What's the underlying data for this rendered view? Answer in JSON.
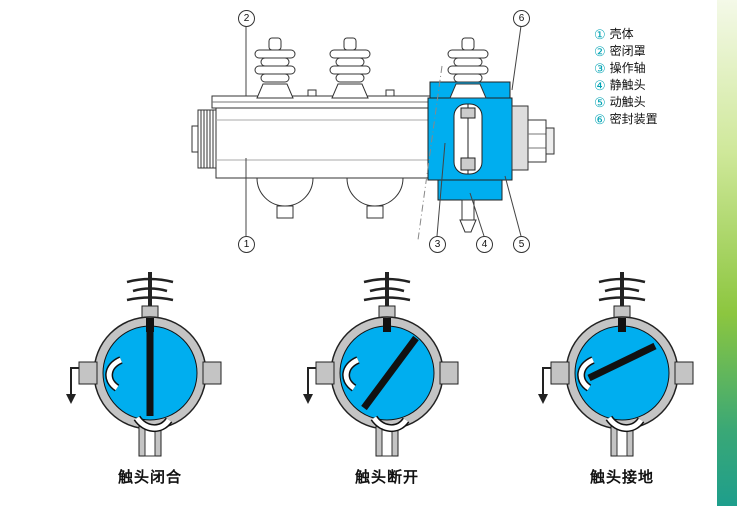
{
  "figure": {
    "description_labels": {
      "closed": "触头闭合",
      "open": "触头断开",
      "grounded": "触头接地"
    }
  },
  "legend": {
    "items": [
      {
        "num": "①",
        "label": "壳体"
      },
      {
        "num": "②",
        "label": "密闭罩"
      },
      {
        "num": "③",
        "label": "操作轴"
      },
      {
        "num": "④",
        "label": "静触头"
      },
      {
        "num": "⑤",
        "label": "动触头"
      },
      {
        "num": "⑥",
        "label": "密封装置"
      }
    ]
  },
  "callouts": [
    "1",
    "2",
    "3",
    "4",
    "5",
    "6"
  ],
  "states": [
    {
      "label": "触头闭合"
    },
    {
      "label": "触头断开"
    },
    {
      "label": "触头接地"
    }
  ],
  "colors": {
    "gas_chamber_cyan": "#00aeef",
    "strip_top": "#f4f9e8",
    "strip_mid": "#8cc63f",
    "strip_bottom": "#1e9e8c"
  }
}
